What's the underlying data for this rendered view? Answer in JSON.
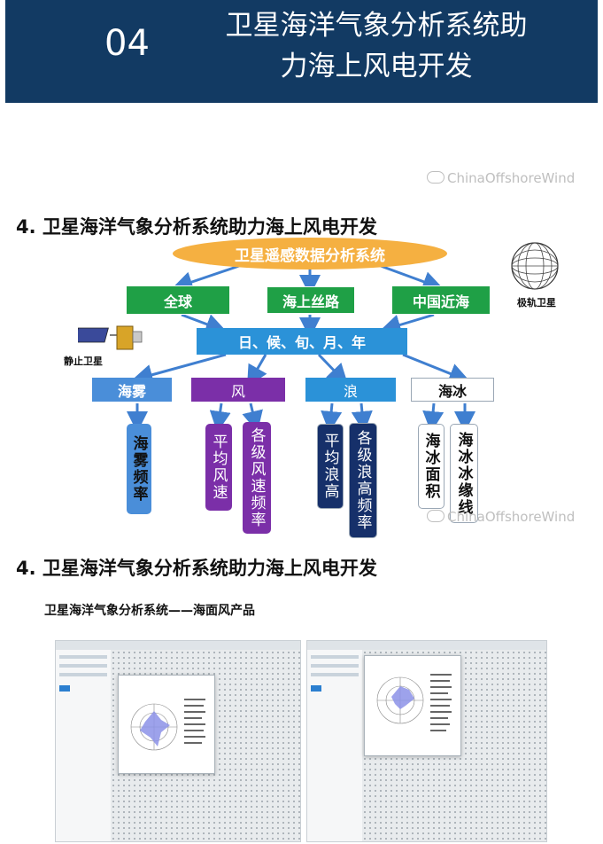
{
  "banner": {
    "number": "04",
    "title_line1": "卫星海洋气象分析系统助",
    "title_line2": "力海上风电开发",
    "bg": "#123a63"
  },
  "watermark": "ChinaOffshoreWind",
  "section1": {
    "heading": "4. 卫星海洋气象分析系统助力海上风电开发"
  },
  "diagram": {
    "root": "卫星遥感数据分析系统",
    "regions": [
      "全球",
      "海上丝路",
      "中国近海"
    ],
    "time": "日、候、旬、月、年",
    "categories": [
      "海雾",
      "风",
      "浪",
      "海冰"
    ],
    "leaves": {
      "fog": [
        "海雾频率"
      ],
      "wind": [
        "平均风速",
        "各级风速频率"
      ],
      "wave": [
        "平均浪高",
        "各级浪高频率"
      ],
      "ice": [
        "海冰面积",
        "海冰冰缘线"
      ]
    },
    "polar_sat": "极轨卫星",
    "geo_sat": "静止卫星",
    "colors": {
      "ellipse": "#f5b041",
      "green": "#1fa046",
      "blue": "#2b92d8",
      "purple": "#7b2fa8",
      "navy": "#16306a"
    }
  },
  "section2": {
    "heading": "4. 卫星海洋气象分析系统助力海上风电开发",
    "subheading": "卫星海洋气象分析系统——海面风产品"
  }
}
